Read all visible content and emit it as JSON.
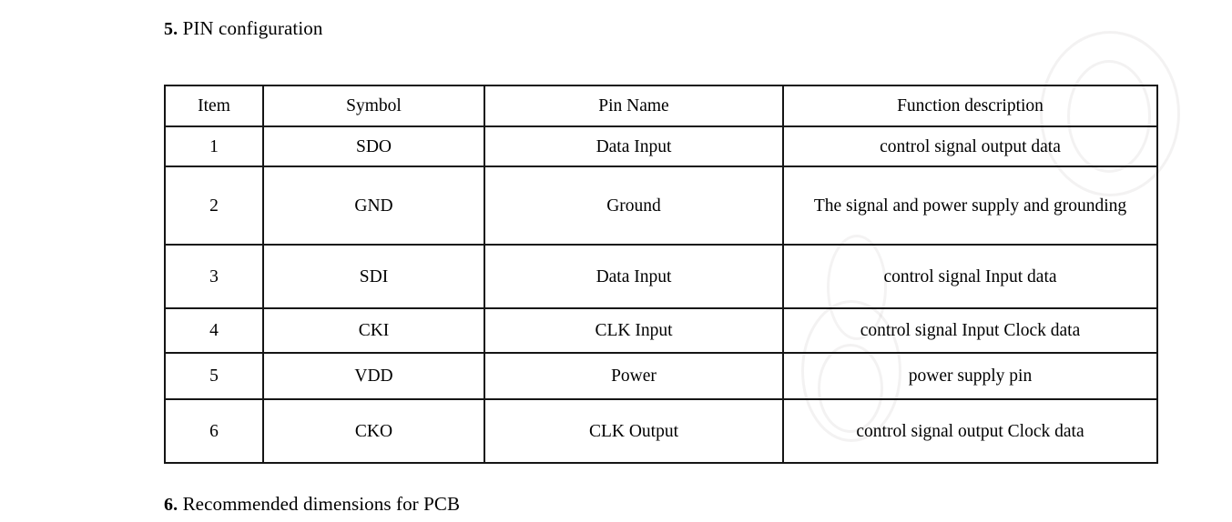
{
  "document": {
    "sections": [
      {
        "number": "5.",
        "title": "PIN configuration"
      },
      {
        "number": "6.",
        "title": "Recommended dimensions for PCB"
      }
    ]
  },
  "table": {
    "headers": [
      "Item",
      "Symbol",
      "Pin Name",
      "Function description"
    ],
    "rows": [
      {
        "item": "1",
        "symbol": "SDO",
        "pin_name": "Data Input",
        "function": "control signal output data"
      },
      {
        "item": "2",
        "symbol": "GND",
        "pin_name": "Ground",
        "function": "The signal and power supply and grounding"
      },
      {
        "item": "3",
        "symbol": "SDI",
        "pin_name": "Data Input",
        "function": "control signal Input data"
      },
      {
        "item": "4",
        "symbol": "CKI",
        "pin_name": "CLK Input",
        "function": "control signal Input Clock data"
      },
      {
        "item": "5",
        "symbol": "VDD",
        "pin_name": "Power",
        "function": "power supply pin"
      },
      {
        "item": "6",
        "symbol": "CKO",
        "pin_name": "CLK Output",
        "function": "control signal output Clock data"
      }
    ]
  },
  "style": {
    "text_color": "#000000",
    "border_color": "#151515",
    "page_background": "#ffffff",
    "watermark_color": "rgba(150,140,140,0.115)"
  }
}
